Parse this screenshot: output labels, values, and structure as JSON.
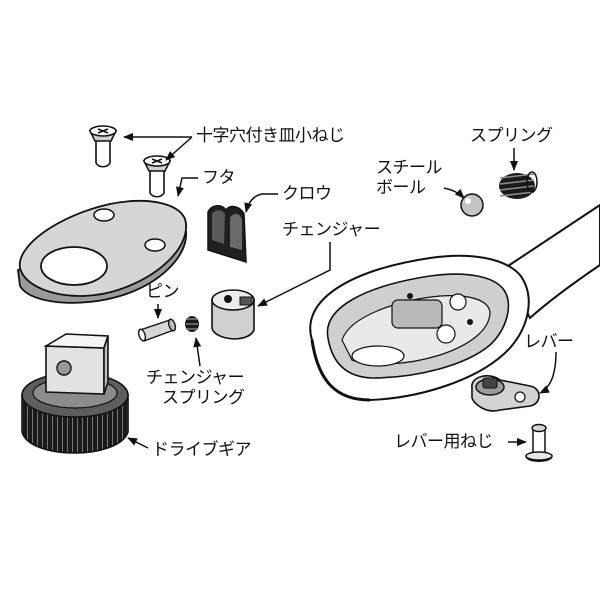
{
  "labels": {
    "screw_plus_flat": "十字穴付き皿小ねじ",
    "spring": "スプリング",
    "steel_ball_line1": "スチール",
    "steel_ball_line2": "ボール",
    "cover": "フタ",
    "claw": "クロウ",
    "changer": "チェンジャー",
    "pin": "ピン",
    "changer_spring_line1": "チェンジャー",
    "changer_spring_line2": "スプリング",
    "lever": "レバー",
    "lever_screw": "レバー用ねじ",
    "drive_gear": "ドライブギア"
  },
  "colors": {
    "outline": "#111111",
    "light_gray": "#d6d6d6",
    "mid_gray": "#9a9a9a",
    "dark_gray": "#555555",
    "black": "#1a1a1a",
    "background": "#ffffff"
  }
}
